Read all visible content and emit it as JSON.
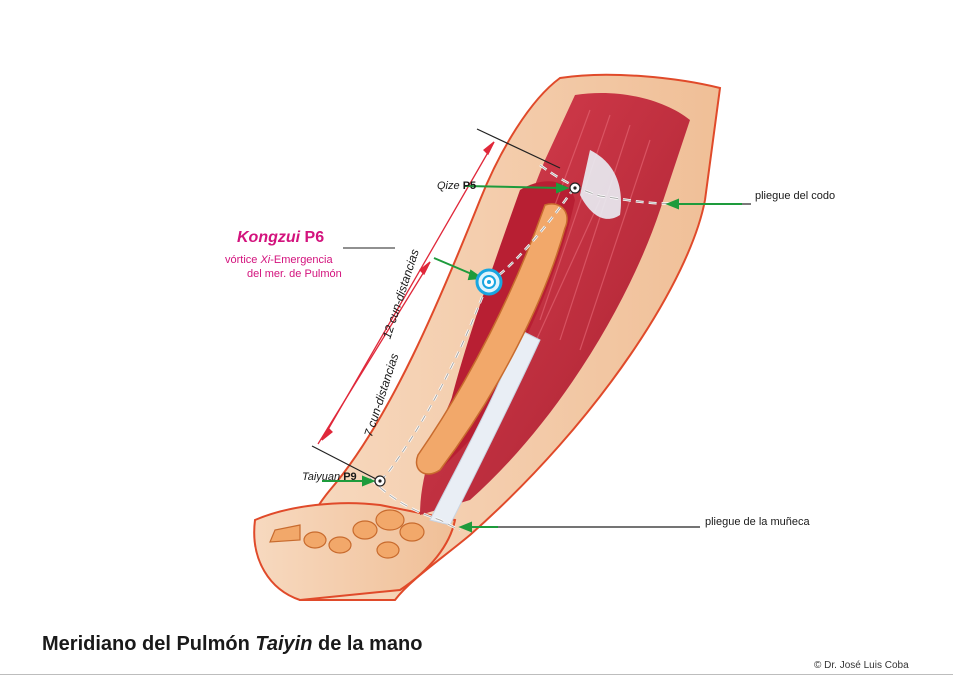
{
  "labels": {
    "p5": {
      "name": "Qize",
      "code": "P5"
    },
    "p6": {
      "name": "Kongzui",
      "code": "P6",
      "line1_a": "vórtice ",
      "line1_xi": "Xi",
      "line1_b": "-Emergencia",
      "line2": "del mer. de Pulmón"
    },
    "p9": {
      "name": "Taiyuan",
      "code": "P9"
    },
    "elbow_crease": "pliegue del codo",
    "wrist_crease": "pliegue de la muñeca",
    "dim_12": "12 cun-distancias",
    "dim_7": "7 cun-distancias"
  },
  "caption": {
    "part1": "Meridiano del Pulmón ",
    "italic": "Taiyin",
    "part2": " de la mano"
  },
  "credit": "© Dr. José Luis Coba",
  "colors": {
    "muscle": "#c8283a",
    "muscle_dark": "#9e1526",
    "skin": "#f3c9a6",
    "skin_outline": "#e04a2a",
    "bone": "#f2a86a",
    "tendon": "#e9eef5",
    "accent_pink": "#d3137d",
    "pointer_green": "#1e9b3c",
    "point_blue": "#19a6e0"
  }
}
